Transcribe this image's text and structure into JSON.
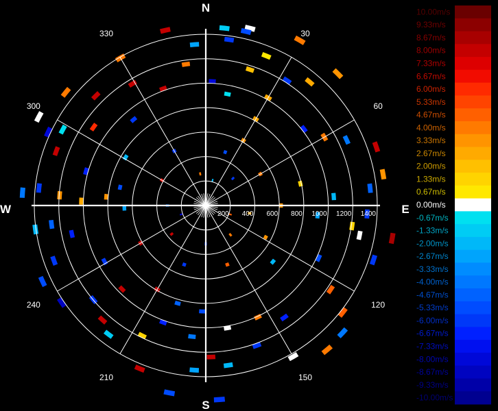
{
  "chart_data": {
    "type": "polar-scatter",
    "title": "",
    "range_unit": "m",
    "range_rings": [
      200,
      400,
      600,
      800,
      1000,
      1200,
      1400
    ],
    "range_max": 1400,
    "azimuth_labels": [
      30,
      60,
      120,
      150,
      210,
      240,
      300,
      330
    ],
    "cardinals": {
      "north": "N",
      "east": "E",
      "south": "S",
      "west": "W"
    },
    "grid": true,
    "legend": {
      "placement": "right",
      "entries": [
        {
          "label": "10.00m/s",
          "value": 10.0,
          "color": "#6a0000"
        },
        {
          "label": "9.33m/s",
          "value": 9.33,
          "color": "#8c0000"
        },
        {
          "label": "8.67m/s",
          "value": 8.67,
          "color": "#a80000"
        },
        {
          "label": "8.00m/s",
          "value": 8.0,
          "color": "#c40000"
        },
        {
          "label": "7.33m/s",
          "value": 7.33,
          "color": "#dd0000"
        },
        {
          "label": "6.67m/s",
          "value": 6.67,
          "color": "#f20c00"
        },
        {
          "label": "6.00m/s",
          "value": 6.0,
          "color": "#ff2a00"
        },
        {
          "label": "5.33m/s",
          "value": 5.33,
          "color": "#ff4400"
        },
        {
          "label": "4.67m/s",
          "value": 4.67,
          "color": "#ff6000"
        },
        {
          "label": "4.00m/s",
          "value": 4.0,
          "color": "#ff7a00"
        },
        {
          "label": "3.33m/s",
          "value": 3.33,
          "color": "#ff9400"
        },
        {
          "label": "2.67m/s",
          "value": 2.67,
          "color": "#ffaa00"
        },
        {
          "label": "2.00m/s",
          "value": 2.0,
          "color": "#ffc000"
        },
        {
          "label": "1.33m/s",
          "value": 1.33,
          "color": "#ffd400"
        },
        {
          "label": "0.67m/s",
          "value": 0.67,
          "color": "#ffe800"
        },
        {
          "label": "0.00m/s",
          "value": 0.0,
          "color": "#ffffff"
        },
        {
          "label": "-0.67m/s",
          "value": -0.67,
          "color": "#00e0f0"
        },
        {
          "label": "-1.33m/s",
          "value": -1.33,
          "color": "#00ccf4"
        },
        {
          "label": "-2.00m/s",
          "value": -2.0,
          "color": "#00b8f8"
        },
        {
          "label": "-2.67m/s",
          "value": -2.67,
          "color": "#00a4fc"
        },
        {
          "label": "-3.33m/s",
          "value": -3.33,
          "color": "#008cff"
        },
        {
          "label": "-4.00m/s",
          "value": -4.0,
          "color": "#0078ff"
        },
        {
          "label": "-4.67m/s",
          "value": -4.67,
          "color": "#0062ff"
        },
        {
          "label": "-5.33m/s",
          "value": -5.33,
          "color": "#004cff"
        },
        {
          "label": "-6.00m/s",
          "value": -6.0,
          "color": "#0038f8"
        },
        {
          "label": "-6.67m/s",
          "value": -6.67,
          "color": "#0020ff"
        },
        {
          "label": "-7.33m/s",
          "value": -7.33,
          "color": "#0010f0"
        },
        {
          "label": "-8.00m/s",
          "value": -8.0,
          "color": "#0008d8"
        },
        {
          "label": "-8.67m/s",
          "value": -8.67,
          "color": "#0004c0"
        },
        {
          "label": "-9.33m/s",
          "value": -9.33,
          "color": "#0000a8"
        },
        {
          "label": "-10.00m/s",
          "value": -10.0,
          "color": "#000090"
        }
      ]
    },
    "bins_columns": [
      "azimuth_deg",
      "range_m",
      "velocity_mps"
    ],
    "bins": [
      [
        14,
        1473,
        0
      ],
      [
        13,
        1440,
        -5.3
      ],
      [
        29.6,
        1533,
        4
      ],
      [
        347,
        1450,
        8
      ],
      [
        309,
        1450,
        4
      ],
      [
        298,
        1523,
        0
      ],
      [
        274,
        1178,
        3.3
      ],
      [
        262,
        1385,
        -2
      ],
      [
        222,
        1241,
        8
      ],
      [
        206,
        1166,
        1.3
      ],
      [
        202,
        1419,
        8
      ],
      [
        178,
        1221,
        8
      ],
      [
        170,
        1000,
        0
      ],
      [
        150,
        1407,
        0
      ],
      [
        100,
        1525,
        8.7
      ],
      [
        101,
        1260,
        0
      ],
      [
        45,
        1504,
        3.3
      ],
      [
        71,
        1452,
        8
      ],
      [
        118,
        539,
        3.3
      ],
      [
        77,
        777,
        1.3
      ],
      [
        124,
        1211,
        4.7
      ],
      [
        133,
        1506,
        -4
      ],
      [
        155,
        990,
        4
      ],
      [
        196,
        816,
        -4.7
      ],
      [
        191,
        1540,
        -5.3
      ],
      [
        301,
        748,
        -2
      ],
      [
        298,
        1303,
        -0.7
      ],
      [
        11,
        911,
        -0.7
      ],
      [
        352,
        1148,
        4
      ],
      [
        329,
        1143,
        8
      ],
      [
        330,
        1374,
        4
      ],
      [
        6,
        1438,
        -1.3
      ],
      [
        176,
        1570,
        -6
      ],
      [
        90,
        600,
        3.3
      ],
      [
        98,
        1188,
        1.3
      ],
      [
        241,
        928,
        -6
      ],
      [
        210,
        777,
        8
      ],
      [
        225,
        950,
        8
      ],
      [
        274,
        1480,
        -4
      ],
      [
        276,
        1350,
        -6
      ],
      [
        272,
        1000,
        2.7
      ],
      [
        275,
        800,
        3.3
      ],
      [
        268,
        650,
        -2.7
      ],
      [
        263,
        1250,
        -4.7
      ],
      [
        258,
        1100,
        -6.7
      ],
      [
        250,
        1300,
        -6
      ],
      [
        245,
        1450,
        -5.3
      ],
      [
        236,
        1400,
        -9
      ],
      [
        230,
        1180,
        -6
      ],
      [
        217,
        1300,
        -1.3
      ],
      [
        200,
        1000,
        -6.7
      ],
      [
        186,
        1060,
        -4
      ],
      [
        184,
        1330,
        -2.7
      ],
      [
        182,
        850,
        -5.3
      ],
      [
        172,
        1300,
        -2
      ],
      [
        160,
        1200,
        -6
      ],
      [
        145,
        1100,
        -6.7
      ],
      [
        140,
        1520,
        4
      ],
      [
        128,
        1400,
        4.7
      ],
      [
        115,
        1000,
        -5.3
      ],
      [
        108,
        1420,
        -6
      ],
      [
        95,
        900,
        -2.7
      ],
      [
        93,
        1300,
        -6
      ],
      [
        86,
        1030,
        -2
      ],
      [
        84,
        1330,
        -4.7
      ],
      [
        80,
        1450,
        3.3
      ],
      [
        65,
        1250,
        -4
      ],
      [
        60,
        1100,
        4
      ],
      [
        52,
        1000,
        -6.7
      ],
      [
        40,
        1300,
        2.7
      ],
      [
        33,
        1200,
        -6
      ],
      [
        30,
        600,
        3.3
      ],
      [
        30,
        800,
        2.7
      ],
      [
        30,
        1000,
        2.7
      ],
      [
        22,
        1300,
        0.7
      ],
      [
        18,
        1150,
        2
      ],
      [
        8,
        1350,
        -6
      ],
      [
        3,
        1000,
        -8
      ],
      [
        356,
        1300,
        -2.7
      ],
      [
        340,
        1000,
        8
      ],
      [
        320,
        900,
        -6
      ],
      [
        315,
        1250,
        8
      ],
      [
        305,
        1100,
        6
      ],
      [
        290,
        1280,
        8
      ],
      [
        286,
        1000,
        -6.7
      ],
      [
        282,
        700,
        -5.3
      ],
      [
        295,
        1400,
        -8
      ],
      [
        240,
        600,
        8
      ],
      [
        200,
        500,
        -6
      ],
      [
        160,
        500,
        4.7
      ],
      [
        130,
        700,
        -2
      ],
      [
        60,
        500,
        4
      ],
      [
        20,
        450,
        -5.3
      ],
      [
        330,
        500,
        -6
      ],
      [
        300,
        400,
        6.7
      ],
      [
        270,
        300,
        -4
      ],
      [
        230,
        350,
        8
      ],
      [
        180,
        300,
        -6
      ],
      [
        140,
        300,
        4
      ],
      [
        100,
        350,
        2.7
      ],
      [
        45,
        300,
        -6
      ],
      [
        350,
        250,
        4
      ],
      [
        250,
        200,
        -8
      ],
      [
        110,
        200,
        4.7
      ],
      [
        15,
        200,
        -2
      ]
    ]
  }
}
